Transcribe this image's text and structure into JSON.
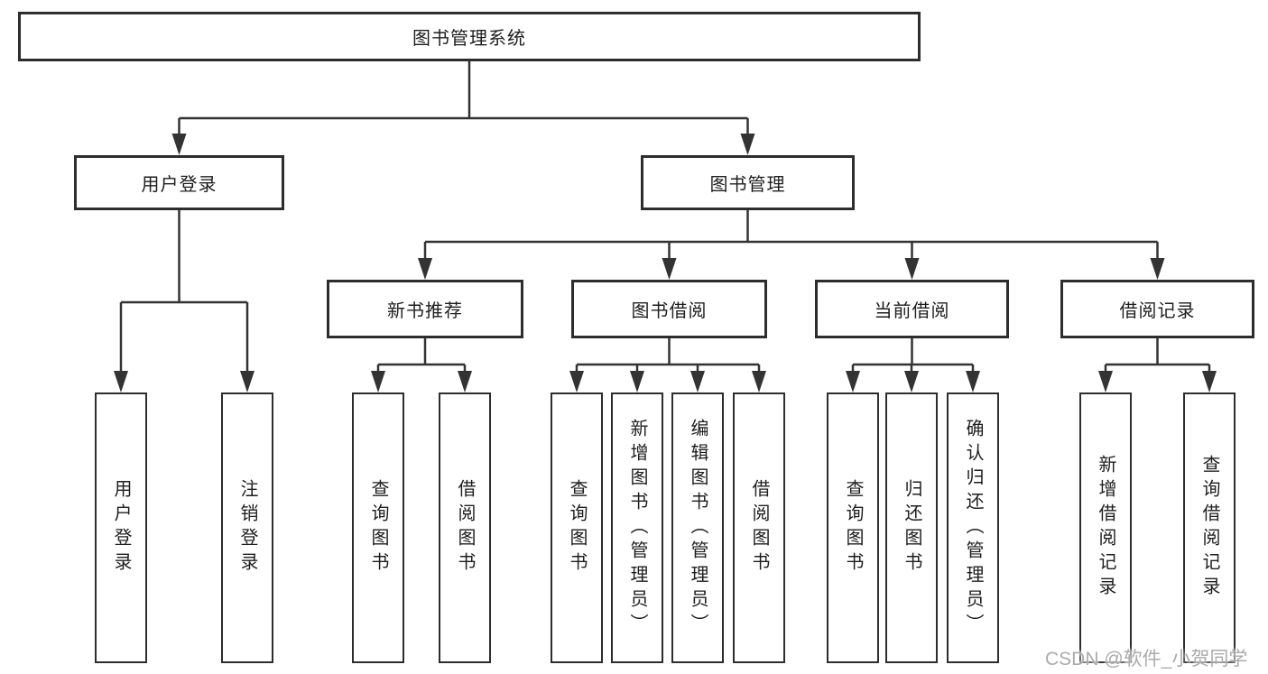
{
  "diagram_type": "hierarchy-tree",
  "tree": {
    "label": "图书管理系统",
    "children": [
      {
        "label": "用户登录",
        "children": [
          {
            "label": "用户登录"
          },
          {
            "label": "注销登录"
          }
        ]
      },
      {
        "label": "图书管理",
        "children": [
          {
            "label": "新书推荐",
            "children": [
              {
                "label": "查询图书"
              },
              {
                "label": "借阅图书"
              }
            ]
          },
          {
            "label": "图书借阅",
            "children": [
              {
                "label": "查询图书"
              },
              {
                "label": "新增图书（管理员）"
              },
              {
                "label": "编辑图书（管理员）"
              },
              {
                "label": "借阅图书"
              }
            ]
          },
          {
            "label": "当前借阅",
            "children": [
              {
                "label": "查询图书"
              },
              {
                "label": "归还图书"
              },
              {
                "label": "确认归还（管理员）"
              }
            ]
          },
          {
            "label": "借阅记录",
            "children": [
              {
                "label": "新增借阅记录"
              },
              {
                "label": "查询借阅记录"
              }
            ]
          }
        ]
      }
    ]
  },
  "watermark": {
    "text": "CSDN @软件_小贺同学"
  },
  "colors": {
    "line": "#333333",
    "box_border": "#2d2d2d",
    "box_fill": "#ffffff",
    "text": "#1e1e1e",
    "watermark": "#ababab",
    "background": "#ffffff"
  }
}
